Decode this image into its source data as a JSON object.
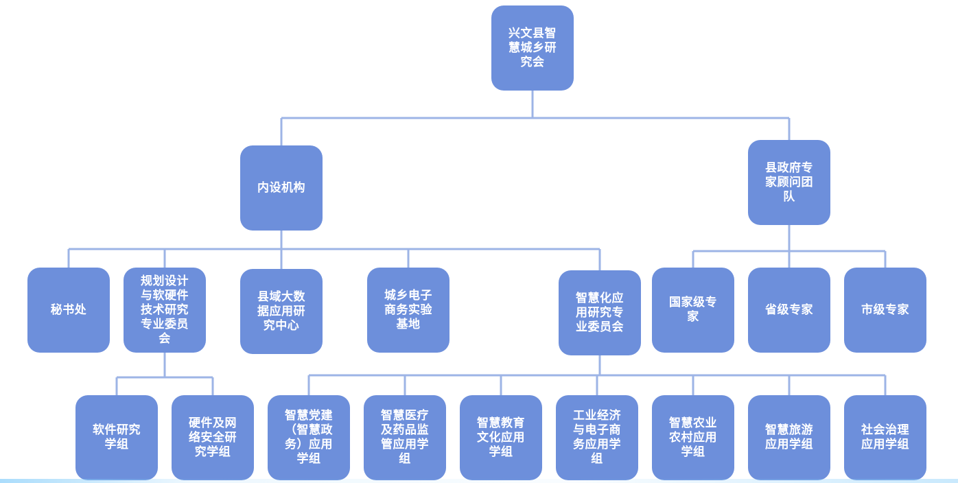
{
  "colors": {
    "node_fill": "#6d8fdb",
    "connector": "#9db4e6",
    "text": "#ffffff"
  },
  "org_chart": {
    "root": {
      "label": "兴文县智慧城乡研究会"
    },
    "branches": {
      "internal": {
        "label": "内设机构"
      },
      "advisors": {
        "label": "县政府专家顾问团队"
      }
    },
    "internal_units": [
      {
        "label": "秘书处"
      },
      {
        "label": "规划设计与软硬件技术研究专业委员会"
      },
      {
        "label": "县域大数据应用研究中心"
      },
      {
        "label": "城乡电子商务实验基地"
      },
      {
        "label": "智慧化应用研究专业委员会"
      }
    ],
    "advisor_units": [
      {
        "label": "国家级专家"
      },
      {
        "label": "省级专家"
      },
      {
        "label": "市级专家"
      }
    ],
    "tech_groups": [
      {
        "label": "软件研究学组"
      },
      {
        "label": "硬件及网络安全研究学组"
      }
    ],
    "smart_groups": [
      {
        "label": "智慧党建（智慧政务）应用学组"
      },
      {
        "label": "智慧医疗及药品监管应用学组"
      },
      {
        "label": "智慧教育文化应用学组"
      },
      {
        "label": "工业经济与电子商务应用学组"
      },
      {
        "label": "智慧农业农村应用学组"
      },
      {
        "label": "智慧旅游应用学组"
      },
      {
        "label": "社会治理应用学组"
      }
    ]
  }
}
